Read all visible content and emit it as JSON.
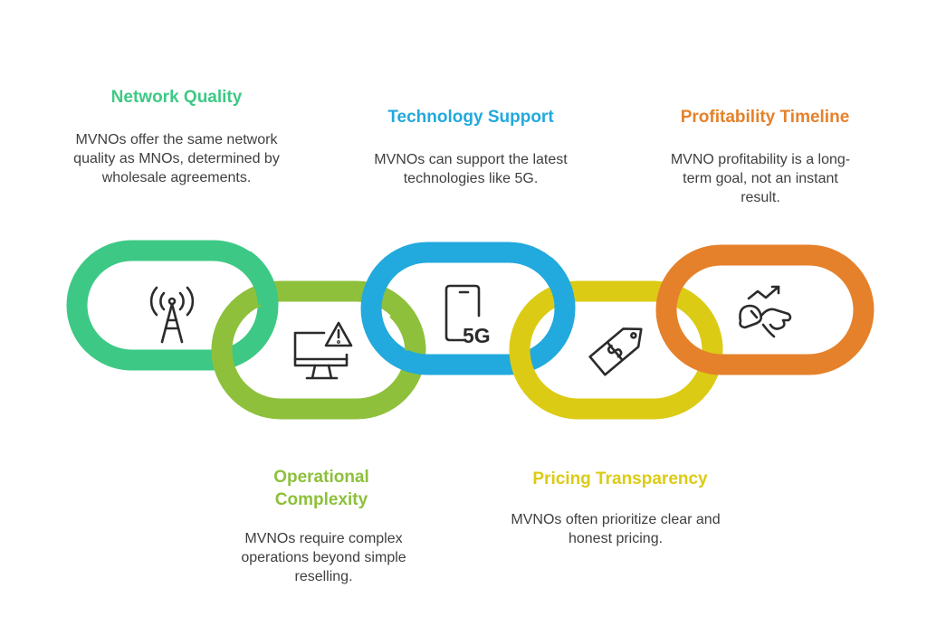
{
  "items": [
    {
      "title": "Network Quality",
      "desc": "MVNOs offer the same network quality as MNOs, determined by wholesale agreements.",
      "color": "#3dc985",
      "icon": "antenna-tower-icon"
    },
    {
      "title": "Operational Complexity",
      "desc": "MVNOs require complex operations beyond simple reselling.",
      "color": "#8ec03c",
      "icon": "monitor-warning-icon"
    },
    {
      "title": "Technology Support",
      "desc": "MVNOs can support the latest technologies like 5G.",
      "color": "#22a9dd",
      "icon": "smartphone-5g-icon"
    },
    {
      "title": "Pricing Transparency",
      "desc": "MVNOs often prioritize clear and honest pricing.",
      "color": "#dccb14",
      "icon": "price-tag-icon"
    },
    {
      "title": "Profitability Timeline",
      "desc": "MVNO profitability is a long-term goal, not an instant result.",
      "color": "#e5812b",
      "icon": "trending-up-chart-icon"
    }
  ],
  "icon_text": {
    "phone_label": "5G"
  }
}
